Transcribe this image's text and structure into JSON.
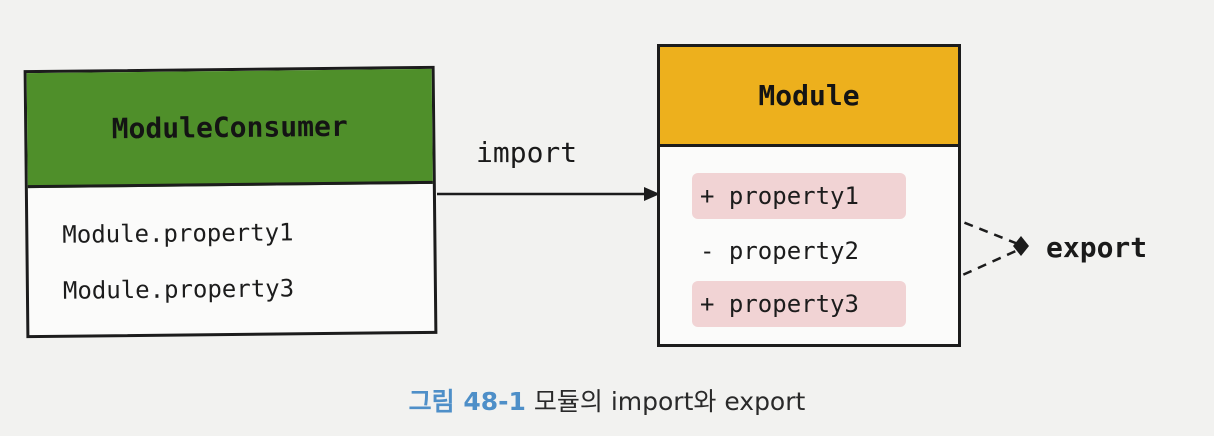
{
  "consumer": {
    "title": "ModuleConsumer",
    "lines": [
      "Module.property1",
      "Module.property3"
    ]
  },
  "module": {
    "title": "Module",
    "properties": [
      {
        "text": "+ property1",
        "visibility": "public"
      },
      {
        "text": "- property2",
        "visibility": "private"
      },
      {
        "text": "+ property3",
        "visibility": "public"
      }
    ]
  },
  "labels": {
    "import": "import",
    "export": "export"
  },
  "caption": {
    "number": "그림 48-1",
    "text": "모듈의 import와 export"
  },
  "colors": {
    "consumer_header": "#4f8f2a",
    "module_header": "#edb01d",
    "public_highlight": "#f1d3d4",
    "caption_number": "#4e8fc8"
  }
}
